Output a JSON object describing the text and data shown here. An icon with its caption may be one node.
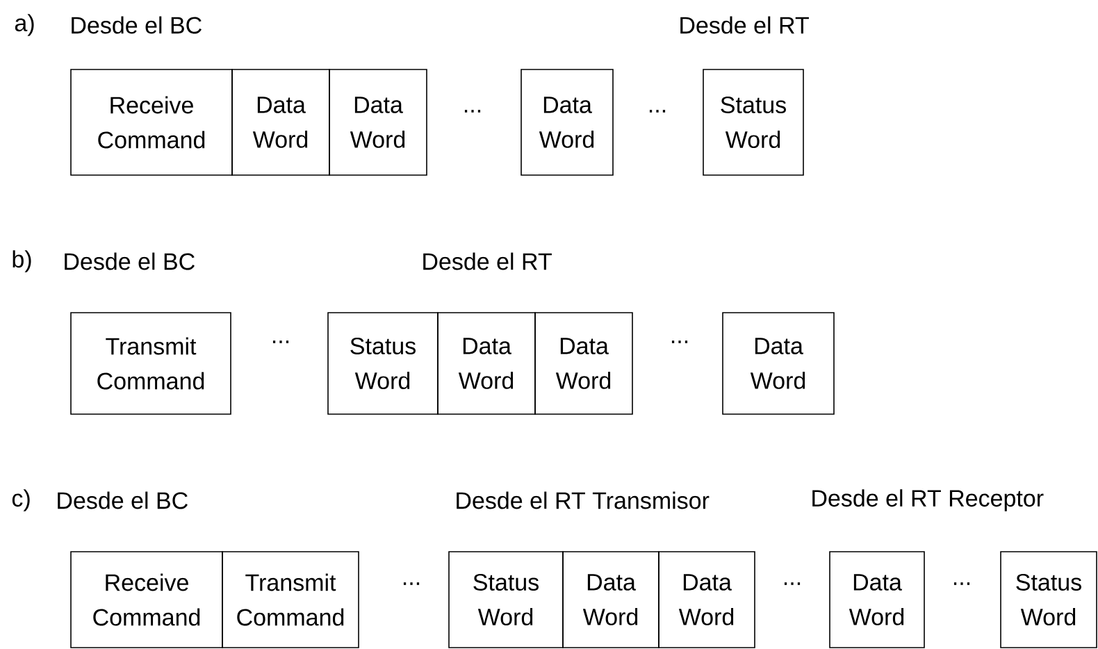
{
  "diagram": {
    "nodes": [
      {
        "text": [
          "Receive Command"
        ]
      },
      {
        "text": [
          "Data Word"
        ]
      },
      {
        "text": [
          "Data Word"
        ]
      },
      {
        "text": [
          "Data Word"
        ]
      },
      {
        "text": [
          "Status Word"
        ]
      },
      {
        "text": [
          "Transmit Command"
        ]
      },
      {
        "text": [
          "Status Word"
        ]
      },
      {
        "text": [
          "Data Word"
        ]
      },
      {
        "text": [
          "Data Word"
        ]
      },
      {
        "text": [
          "Data Word"
        ]
      },
      {
        "text": [
          "Receive Command"
        ]
      },
      {
        "text": [
          "Transmit Command"
        ]
      },
      {
        "text": [
          "Status Word"
        ]
      },
      {
        "text": [
          "Data Word"
        ]
      },
      {
        "text": [
          "Data Word"
        ]
      },
      {
        "text": [
          "Data Word"
        ]
      },
      {
        "text": [
          "Status Word"
        ]
      }
    ],
    "labels": [
      "a)",
      "Desde el BC",
      "Desde el RT",
      "...",
      "...",
      "b)",
      "Desde el BC",
      "Desde el RT",
      "...",
      "...",
      "c)",
      "Desde el BC",
      "Desde el RT Transmisor",
      "Desde el RT Receptor",
      "...",
      "...",
      "..."
    ]
  }
}
